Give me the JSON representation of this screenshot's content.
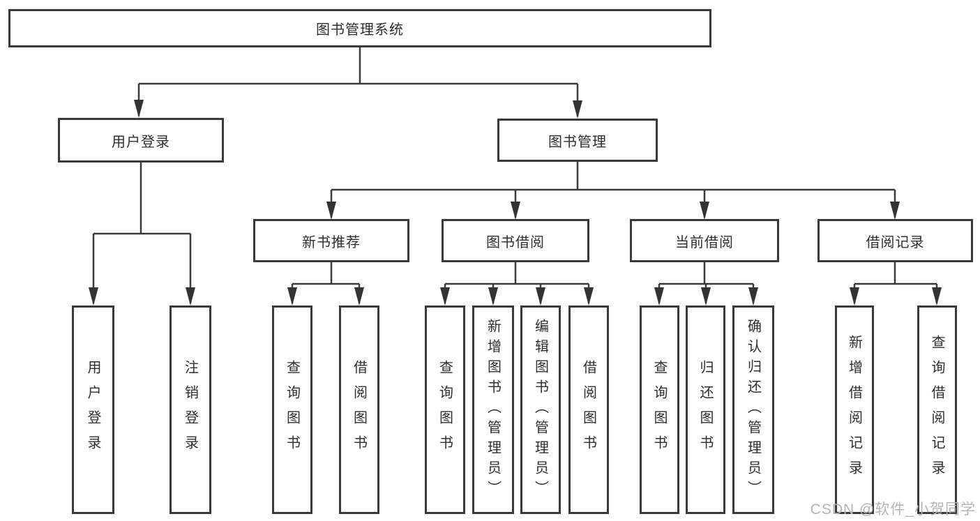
{
  "diagram": {
    "root": "图书管理系统",
    "branches": {
      "user_login": {
        "label": "用户登录",
        "children": [
          "用户登录",
          "注销登录"
        ]
      },
      "book_mgmt": {
        "label": "图书管理"
      },
      "recommend": {
        "label": "新书推荐",
        "children": [
          "查询图书",
          "借阅图书"
        ]
      },
      "borrow": {
        "label": "图书借阅",
        "children": [
          "查询图书",
          "新增图书（管理员）",
          "编辑图书（管理员）",
          "借阅图书"
        ]
      },
      "current": {
        "label": "当前借阅",
        "children": [
          "查询图书",
          "归还图书",
          "确认归还（管理员）"
        ]
      },
      "records": {
        "label": "借阅记录",
        "children": [
          "新增借阅记录",
          "查询借阅记录"
        ]
      }
    }
  },
  "watermark": "CSDN @软件_小贺同学",
  "colors": {
    "line": "#3a3a3a",
    "arrow": "#333333",
    "text": "#2e2e2e",
    "watermark": "#b4b4b4",
    "background": "#ffffff"
  }
}
